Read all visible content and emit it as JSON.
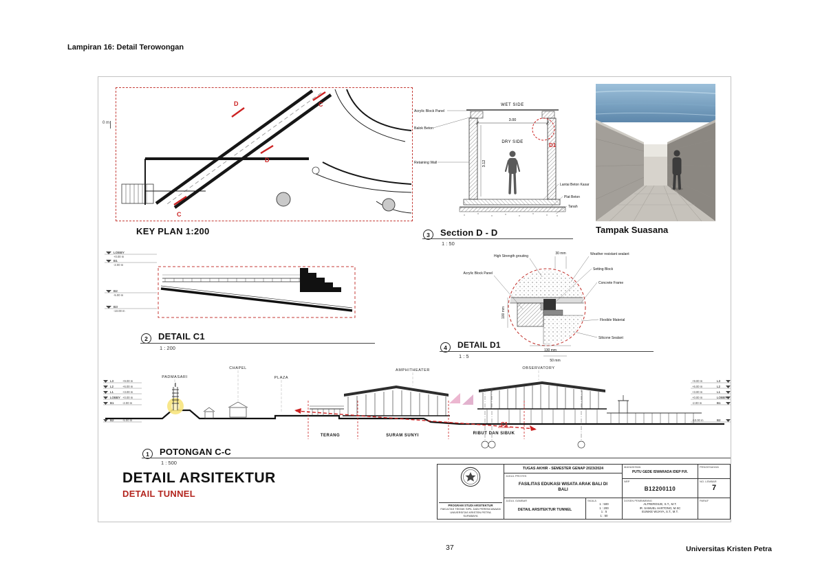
{
  "page": {
    "header": "Lampiran 16: Detail Terowongan",
    "page_number": "37",
    "footer": "Universitas Kristen Petra"
  },
  "key_plan": {
    "title": "KEY PLAN 1:200",
    "scale_origin": "0 m",
    "markers": {
      "c_top": "C",
      "d_top": "D",
      "d_mid": "D",
      "c_bottom": "C"
    }
  },
  "section_dd": {
    "num": "3",
    "title": "Section D - D",
    "scale": "1 : 50",
    "wet_side": "WET SIDE",
    "dry_side": "DRY SIDE",
    "dim_width": "3.00",
    "dim_height": "3.12",
    "detail_ref": "D1",
    "labels": {
      "acrylic": "Acrylic Block Panel",
      "balok": "Balok Beton",
      "retaining": "Retaining Wall",
      "lantai": "Lantai Beton Kasar",
      "plat": "Plat Beton",
      "tanah": "Tanah"
    }
  },
  "tampak": {
    "title": "Tampak Suasana"
  },
  "detail_c1": {
    "num": "2",
    "title": "DETAIL C1",
    "scale": "1 : 200",
    "levels": [
      {
        "name": "LOBBY",
        "elev": "+0.00 m"
      },
      {
        "name": "B1",
        "elev": "-2.00 m"
      },
      {
        "name": "B2",
        "elev": "-5.00 m"
      },
      {
        "name": "B3",
        "elev": "-10.00 m"
      }
    ]
  },
  "detail_d1": {
    "num": "4",
    "title": "DETAIL D1",
    "scale": "1 : 5",
    "dims": {
      "top": "30 mm",
      "left": "100 mm",
      "bottom1": "130 mm",
      "bottom2": "50 mm"
    },
    "labels": {
      "grouting": "High Strength grouting",
      "acrylic": "Acrylic Block Panel",
      "sealant_weather": "Weather resistant sealant",
      "setting_block": "Setting Block",
      "concrete_frame": "Concrete Frame",
      "flexible": "Flexible Material",
      "silicone": "Silicone Sealant"
    }
  },
  "potongan": {
    "num": "1",
    "title": "POTONGAN C-C",
    "scale": "1 : 500",
    "detail_ref": "C1",
    "areas": [
      "PADMASARI",
      "CHAPEL",
      "PLAZA",
      "AMPHITHEATER",
      "OBSERVATORY"
    ],
    "zones": [
      "TERANG",
      "SURAM SUNYI",
      "RIBUT DAN SIBUK"
    ],
    "levels_left": [
      {
        "name": "L3",
        "elev": "+9.00 m"
      },
      {
        "name": "L2",
        "elev": "+6.00 m"
      },
      {
        "name": "L1",
        "elev": "+3.00 m"
      },
      {
        "name": "LOBBY",
        "elev": "+0.00 m"
      },
      {
        "name": "B1",
        "elev": "-2.00 m"
      },
      {
        "name": "B2",
        "elev": "-5.00 m"
      }
    ],
    "levels_right": [
      {
        "name": "L3",
        "elev": "+9.00 m"
      },
      {
        "name": "L2",
        "elev": "+6.00 m"
      },
      {
        "name": "L1",
        "elev": "+3.00 m"
      },
      {
        "name": "LOBBY",
        "elev": "+0.00 m"
      },
      {
        "name": "B1",
        "elev": "-2.00 m"
      },
      {
        "name": "B2",
        "elev": "-10.00 m"
      }
    ]
  },
  "titleblock": {
    "main_title": "DETAIL ARSITEKTUR",
    "sub_title": "DETAIL TUNNEL",
    "institution": {
      "program": "PROGRAM STUDI ARSITEKTUR",
      "faculty": "FAKULTAS TEKNIK SIPIL DAN PERENCANAAN",
      "university": "UNIVERSITAS KRISTEN PETRA",
      "city": "SURABAYA"
    },
    "header": "TUGAS AKHIR - SEMESTER GENAP 2023/2024",
    "judul_proyek_label": "JUDUL PROYEK",
    "judul_proyek": "FASILITAS EDUKASI WISATA ARAK BALI DI BALI",
    "judul_gambar_label": "JUDUL GAMBAR",
    "judul_gambar": "DETAIL ARSITEKTUR TUNNEL",
    "skala_label": "SKALA",
    "skala": [
      "1 : 500",
      "1 : 200",
      "1 : 5",
      "1 : 50"
    ],
    "mahasiswa_label": "MAHASISWA",
    "mahasiswa": "PUTU GEDE ISWARADA IDEP P.R.",
    "nrp_label": "NRP",
    "nrp": "B12200110",
    "no_lembar_label": "No. LEMBAR",
    "no_lembar": "7",
    "pengesahan_label": "PENGESAHAN",
    "paraf_label": "PARAF",
    "dosen_label": "DOSEN PEMBIMBING",
    "dosen": [
      "ALTREROSJE, S.T., M.T.",
      "IR. SAMUEL HARTONO, M.SC",
      "EUNIKE WIJAYA, S.T., M.T."
    ]
  }
}
